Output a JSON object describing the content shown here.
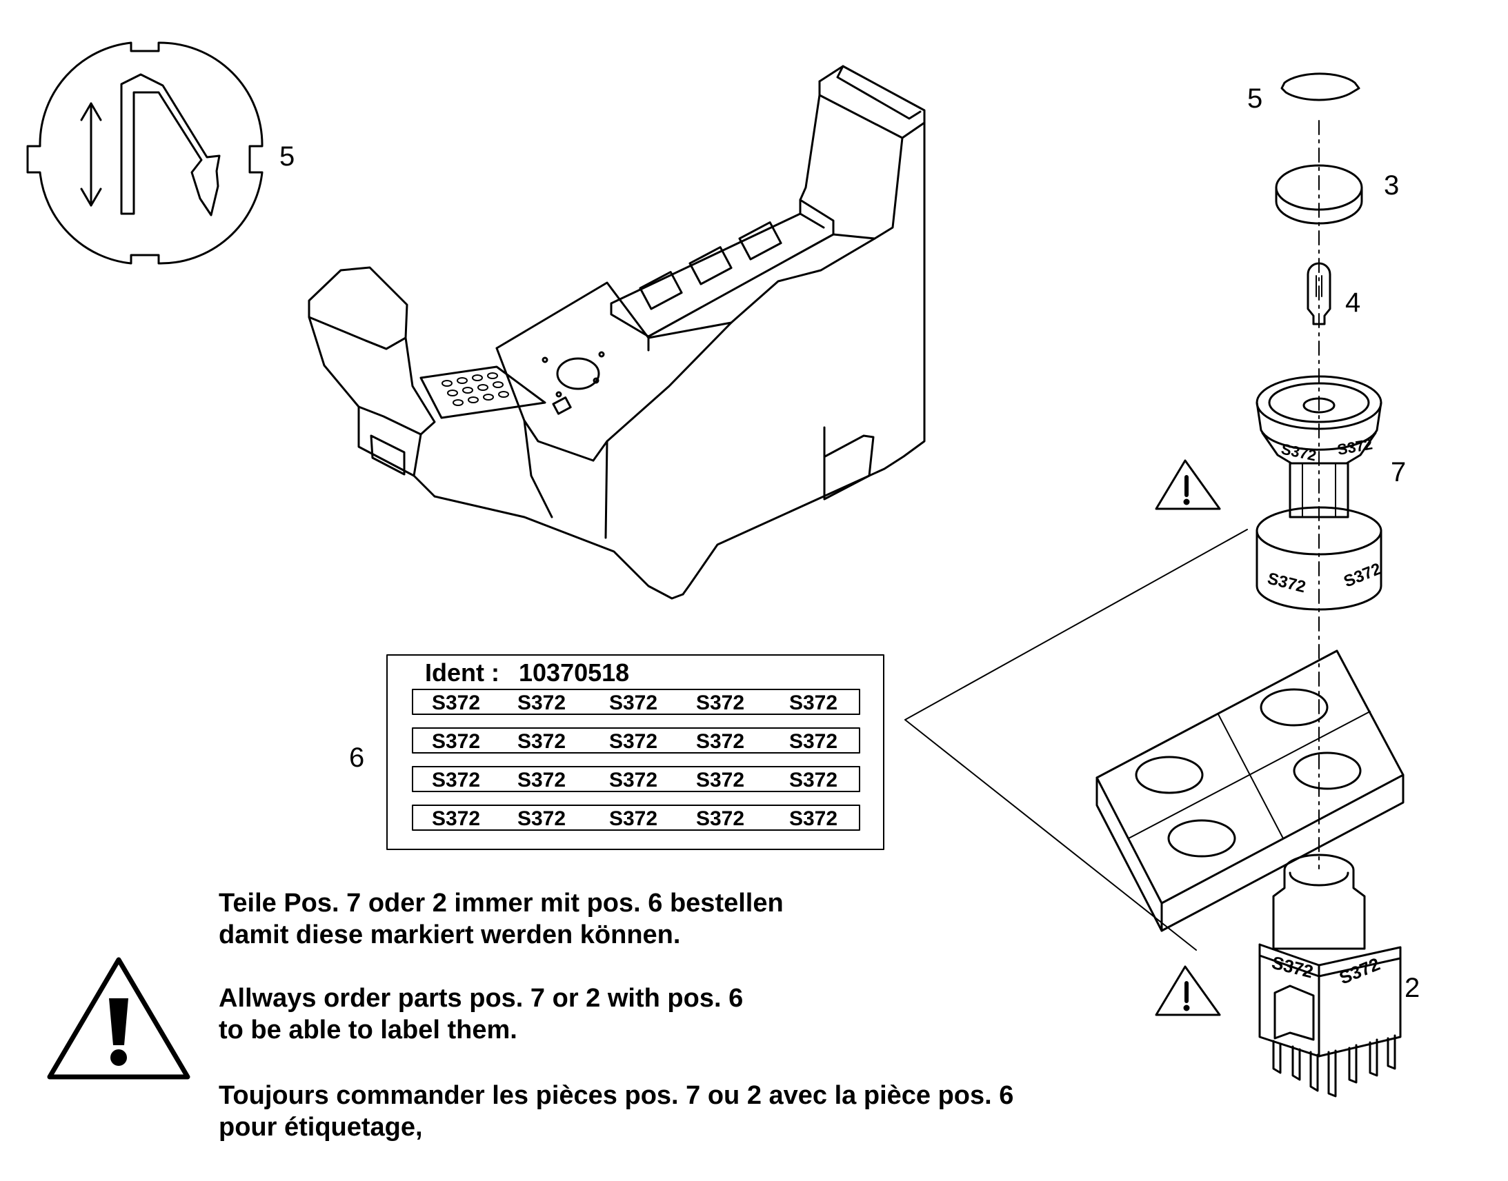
{
  "callouts": {
    "symbol_pos": "5",
    "cap_ring": "5",
    "lens": "3",
    "bulb": "4",
    "switch_body": "7",
    "label_sheet": "6",
    "switch_module": "2"
  },
  "label_sheet": {
    "ident_label": "Ident :",
    "ident_number": "10370518",
    "rows": [
      [
        "S372",
        "S372",
        "S372",
        "S372",
        "S372"
      ],
      [
        "S372",
        "S372",
        "S372",
        "S372",
        "S372"
      ],
      [
        "S372",
        "S372",
        "S372",
        "S372",
        "S372"
      ],
      [
        "S372",
        "S372",
        "S372",
        "S372",
        "S372"
      ]
    ]
  },
  "part_marking": "S372",
  "notes": {
    "de": [
      "Teile Pos. 7 oder 2 immer mit pos. 6 bestellen",
      "damit diese markiert werden können."
    ],
    "en": [
      "Allways order parts pos. 7 or 2 with pos. 6",
      "to be able to label them."
    ],
    "fr": [
      "Toujours commander les pièces pos. 7 ou 2 avec la pièce pos. 6",
      "pour étiquetage,"
    ]
  },
  "icons": [
    "lift-symbol-icon",
    "warning-triangle-icon"
  ]
}
